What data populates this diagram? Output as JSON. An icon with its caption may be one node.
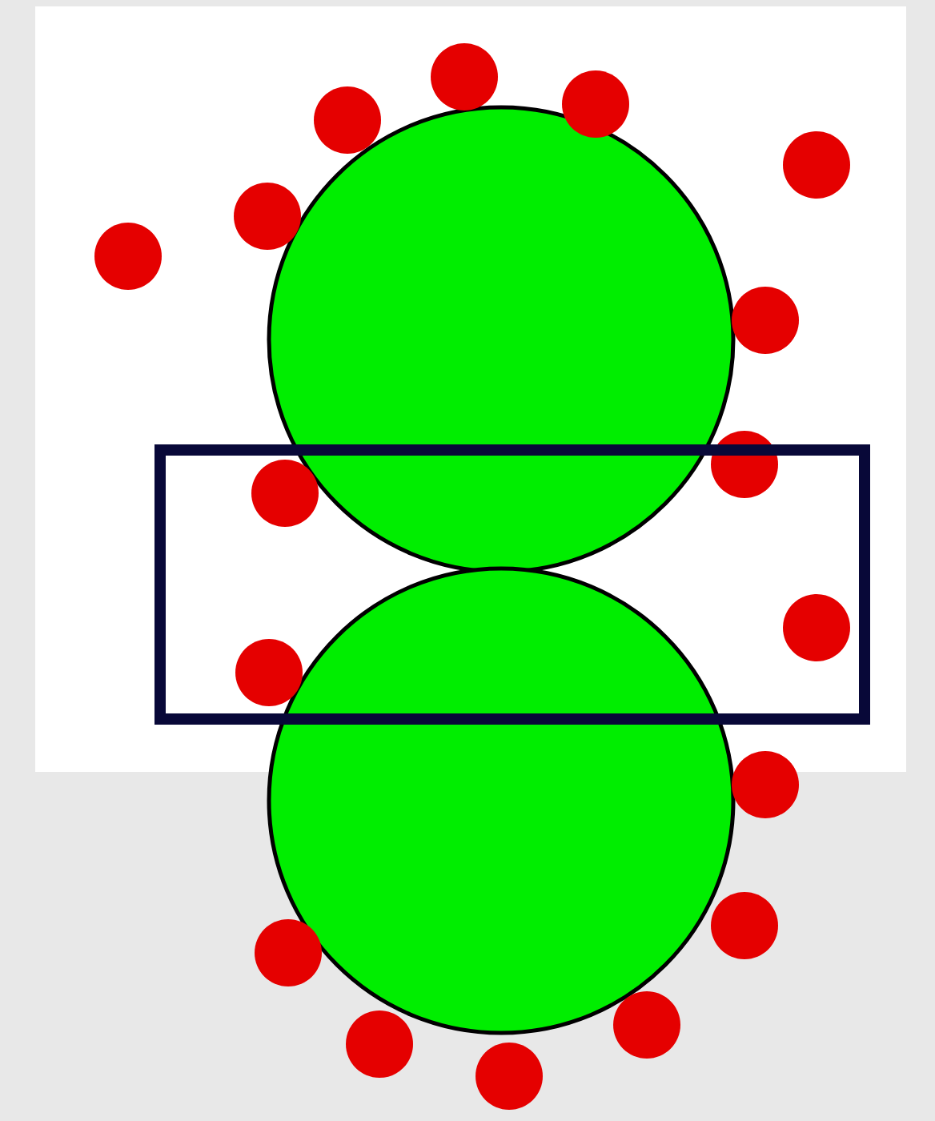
{
  "diagram": {
    "nodes": [
      {
        "text": [],
        "shape": "circle"
      },
      {
        "text": [],
        "shape": "circle"
      },
      {
        "text": [],
        "shape": "box"
      }
    ]
  }
}
